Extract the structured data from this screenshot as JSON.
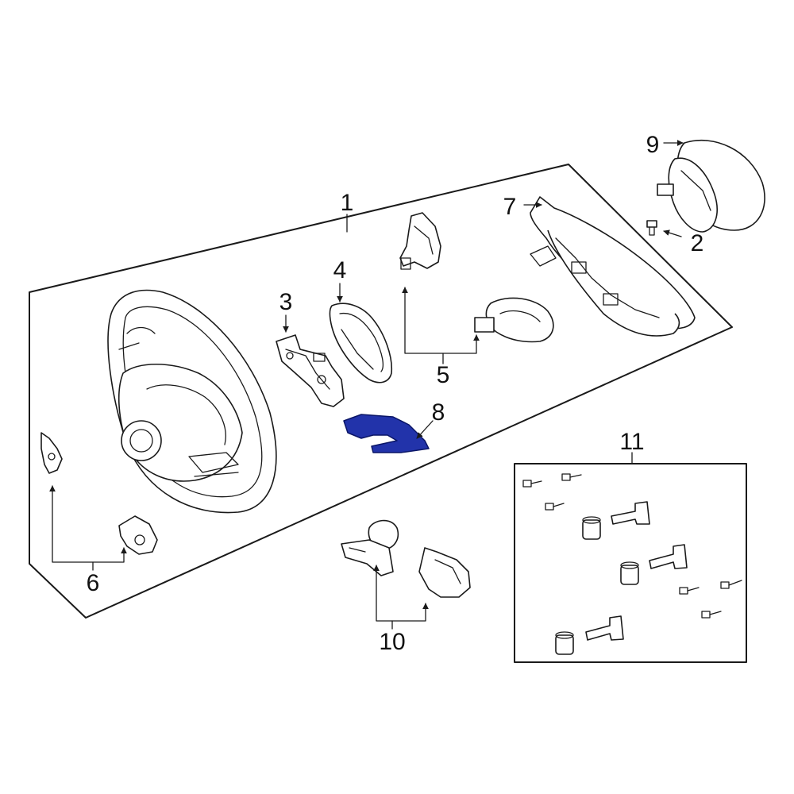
{
  "highlight_color": "#2233aa",
  "callouts": {
    "c1": "1",
    "c2": "2",
    "c3": "3",
    "c4": "4",
    "c5": "5",
    "c6": "6",
    "c7": "7",
    "c8": "8",
    "c9": "9",
    "c10": "10",
    "c11": "11"
  }
}
